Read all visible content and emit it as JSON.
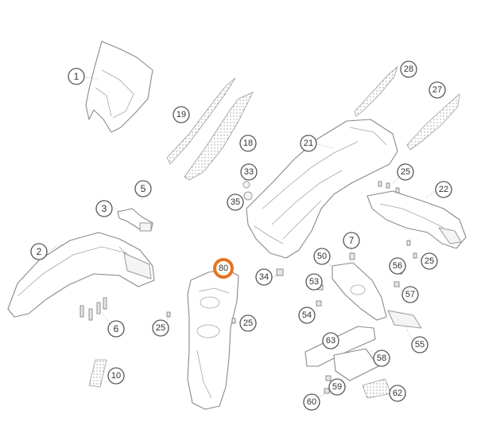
{
  "colors": {
    "highlight": "#e8731f",
    "outline": "#555555",
    "line": "#8a8a8a"
  },
  "callouts": [
    {
      "id": "c1",
      "label": "1"
    },
    {
      "id": "c2",
      "label": "2"
    },
    {
      "id": "c3",
      "label": "3"
    },
    {
      "id": "c5",
      "label": "5"
    },
    {
      "id": "c6",
      "label": "6"
    },
    {
      "id": "c7",
      "label": "7"
    },
    {
      "id": "c10",
      "label": "10"
    },
    {
      "id": "c18",
      "label": "18"
    },
    {
      "id": "c19",
      "label": "19"
    },
    {
      "id": "c21",
      "label": "21"
    },
    {
      "id": "c22",
      "label": "22"
    },
    {
      "id": "c25a",
      "label": "25"
    },
    {
      "id": "c25b",
      "label": "25"
    },
    {
      "id": "c25c",
      "label": "25"
    },
    {
      "id": "c25d",
      "label": "25"
    },
    {
      "id": "c27",
      "label": "27"
    },
    {
      "id": "c28",
      "label": "28"
    },
    {
      "id": "c33",
      "label": "33"
    },
    {
      "id": "c34",
      "label": "34"
    },
    {
      "id": "c35",
      "label": "35"
    },
    {
      "id": "c50",
      "label": "50"
    },
    {
      "id": "c53",
      "label": "53"
    },
    {
      "id": "c54",
      "label": "54"
    },
    {
      "id": "c55",
      "label": "55"
    },
    {
      "id": "c56",
      "label": "56"
    },
    {
      "id": "c57",
      "label": "57"
    },
    {
      "id": "c58",
      "label": "58"
    },
    {
      "id": "c59",
      "label": "59"
    },
    {
      "id": "c60",
      "label": "60"
    },
    {
      "id": "c62",
      "label": "62"
    },
    {
      "id": "c63",
      "label": "63"
    },
    {
      "id": "c80",
      "label": "80",
      "highlighted": true
    }
  ]
}
